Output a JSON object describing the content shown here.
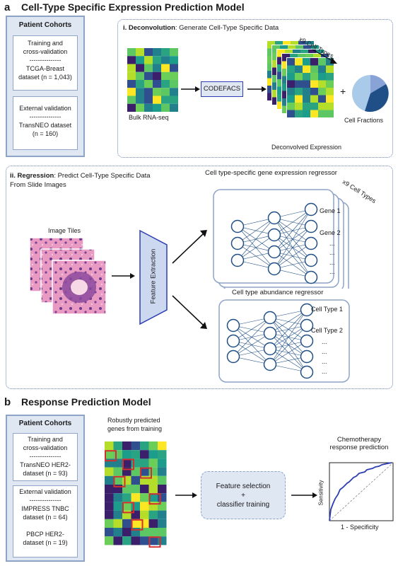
{
  "panel_a": {
    "letter": "a",
    "title": "Cell-Type Specific Expression Prediction Model",
    "cohorts": {
      "title": "Patient Cohorts",
      "box1": [
        "Training and",
        "cross-validation",
        "---------------",
        "TCGA-Breast",
        "dataset (n = 1,043)"
      ],
      "box2": [
        "External validation",
        "---------------",
        "TransNEO dataset",
        "(n = 160)"
      ]
    },
    "deconvolution": {
      "title_bold": "i. Deconvolution",
      "title_rest": ": Generate Cell-Type Specific Data",
      "bulk_label": "Bulk RNA-seq",
      "codefacs": "CODEFACS",
      "x9": "x9 Cell Types",
      "deconvolved_label": "Deconvolved Expression",
      "plus": "+",
      "fractions_label": "Cell Fractions"
    },
    "regression": {
      "title_bold": "ii. Regression",
      "title_rest": ": Predict Cell-Type Specific Data",
      "title_line2": "From Slide Images",
      "image_tiles": "Image Tiles",
      "feature_extraction": "Feature Extraction",
      "gene_regressor_title": "Cell type-specific gene expression regressor",
      "x9": "x9 Cell Types",
      "gene1": "Gene 1",
      "gene2": "Gene 2",
      "dots": "...",
      "abundance_title": "Cell type abundance regressor",
      "celltype1": "Cell Type 1",
      "celltype2": "Cell Type 2"
    }
  },
  "panel_b": {
    "letter": "b",
    "title": "Response Prediction Model",
    "cohorts": {
      "title": "Patient Cohorts",
      "box1": [
        "Training and",
        "cross-validation",
        "---------------",
        "TransNEO HER2-",
        "dataset (n = 93)"
      ],
      "box2": [
        "External validation",
        "---------------",
        "IMPRESS TNBC",
        "dataset (n = 64)",
        "",
        "PBCP HER2-",
        "dataset (n = 19)"
      ]
    },
    "robust_label_1": "Robustly predicted",
    "robust_label_2": "genes from training",
    "feature_selection_1": "Feature selection",
    "feature_selection_2": "+",
    "feature_selection_3": "classifier training",
    "chemo_label_1": "Chemotherapy",
    "chemo_label_2": "response prediction",
    "roc_y": "Sensitivity",
    "roc_x": "1 - Specificity"
  },
  "colors": {
    "accent_blue": "#2d3db4",
    "cohort_bg": "#dfe7f3",
    "cohort_border": "#8ea4c9",
    "node_border": "#1f4f86",
    "highlight_red": "#d32f2f"
  }
}
